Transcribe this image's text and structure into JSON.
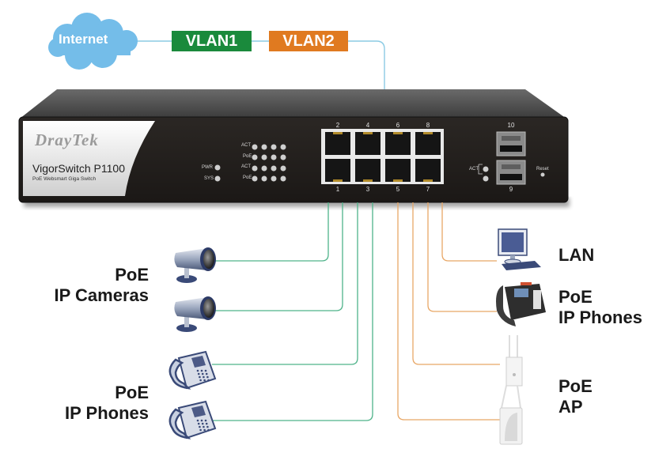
{
  "internet": {
    "label": "Internet",
    "color": "#74bde9"
  },
  "vlans": [
    {
      "label": "VLAN1",
      "color": "#1a8a3c"
    },
    {
      "label": "VLAN2",
      "color": "#e07a20"
    }
  ],
  "switch": {
    "brand": "DrayTek",
    "model": "VigorSwitch P1100",
    "subtitle": "PoE Websmart Giga Switch",
    "status_leds": [
      "PWR",
      "SYS"
    ],
    "port_leds": {
      "act": "ACT",
      "poe": "PoE",
      "top_numbers": [
        "2",
        "4",
        "6",
        "8"
      ],
      "bottom_numbers": [
        "1",
        "3",
        "5",
        "7"
      ]
    },
    "ports_top": [
      "2",
      "4",
      "6",
      "8"
    ],
    "ports_bottom": [
      "1",
      "3",
      "5",
      "7"
    ],
    "sfp_top": "10",
    "sfp_bottom": "9",
    "sfp_act": "ACT",
    "sfp_act_numbers": [
      "10",
      "9"
    ],
    "reset": "Reset"
  },
  "cable_colors": {
    "vlan1": "#4fb38a",
    "vlan2": "#e8a766",
    "uplink": "#8ccbe4"
  },
  "left_groups": [
    {
      "line1": "PoE",
      "line2": "IP Cameras",
      "devices": [
        "ip-camera",
        "ip-camera"
      ],
      "vlan": "VLAN1"
    },
    {
      "line1": "PoE",
      "line2": "IP Phones",
      "devices": [
        "ip-phone",
        "ip-phone"
      ],
      "vlan": "VLAN1"
    }
  ],
  "right_groups": [
    {
      "line1": "LAN",
      "line2": "",
      "devices": [
        "desktop-pc"
      ],
      "vlan": "VLAN2"
    },
    {
      "line1": "PoE",
      "line2": "IP Phones",
      "devices": [
        "desk-phone"
      ],
      "vlan": "VLAN2"
    },
    {
      "line1": "PoE",
      "line2": "AP",
      "devices": [
        "access-point",
        "access-point"
      ],
      "vlan": "VLAN2"
    }
  ]
}
